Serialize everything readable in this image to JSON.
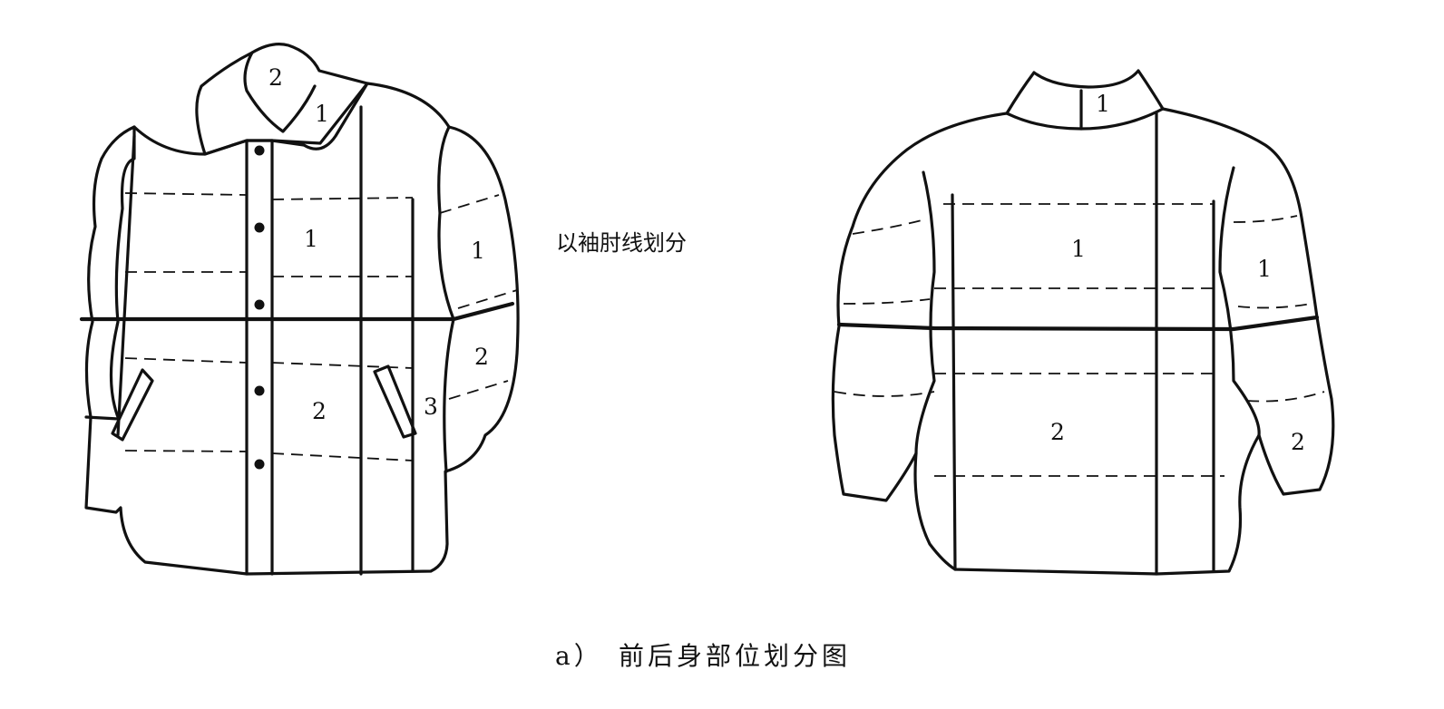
{
  "annotation": "以袖肘线划分",
  "caption": {
    "letter": "a）",
    "text": "前后身部位划分图"
  },
  "front": {
    "labels": {
      "collar_inner": "2",
      "collar_outer": "1",
      "upper_body": "1",
      "upper_sleeve": "1",
      "lower_sleeve": "2",
      "lower_body": "2",
      "placket": "3"
    }
  },
  "back": {
    "labels": {
      "collar": "1",
      "upper_body": "1",
      "upper_sleeve": "1",
      "lower_body": "2",
      "lower_sleeve": "2"
    }
  }
}
